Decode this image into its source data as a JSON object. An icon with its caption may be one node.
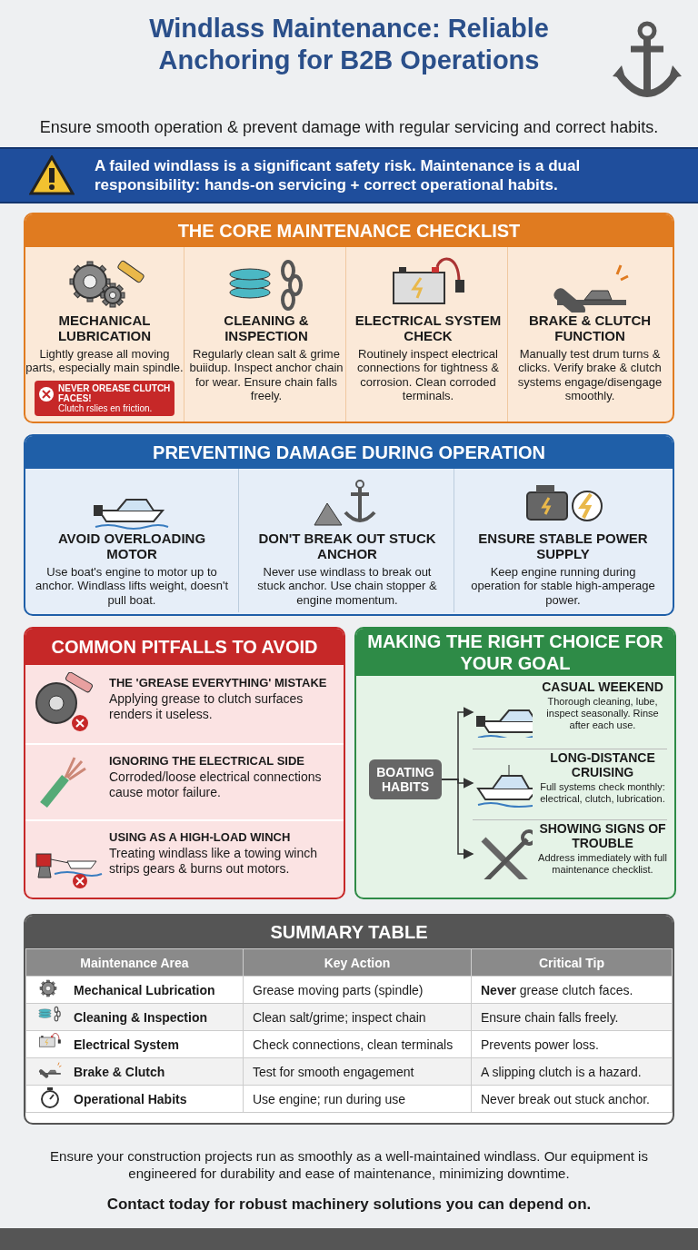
{
  "diagram": {
    "title": "Windlass Maintenance: Reliable Anchoring for B2B Operations",
    "nodes": [
      {
        "text": [
          "A failed windlass is a significant safety risk. Maintenance is a dual responsibility: hands-on servicing + correct operational habits."
        ]
      },
      {
        "text": [
          "THE CORE MAINTENANCE CHECKLIST"
        ]
      },
      {
        "text": [
          "MECHANICAL LUBRICATION",
          "Lightly grease all moving parts, especially main spindle."
        ],
        "in": 1
      },
      {
        "text": [
          "NEVER OREASE CLUTCH FACES!",
          "Clutch rslies en friction."
        ],
        "in": 2
      },
      {
        "text": [
          "CLEANING & INSPECTION",
          "Regularly clean salt & grime buiidup. Inspect anchor chain for wear. Ensure chain falls freely."
        ],
        "in": 1
      },
      {
        "text": [
          "ELECTRICAL SYSTEM CHECK",
          "Routinely inspect electrical connections for tightness & corrosion. Clean corroded terminals."
        ],
        "in": 1
      },
      {
        "text": [
          "BRAKE & CLUTCH FUNCTION",
          "Manually test drum turns & clicks. Verify brake & clutch systems engage/disengage smoothly."
        ],
        "in": 1
      },
      {
        "text": [
          "PREVENTING DAMAGE DURING OPERATION"
        ]
      },
      {
        "text": [
          "AVOID OVERLOADING MOTOR",
          "Use boat's engine to motor up to anchor. Windlass lifts weight, doesn't pull boat."
        ],
        "in": 7
      },
      {
        "text": [
          "DON'T BREAK OUT STUCK ANCHOR",
          "Never use windlass to break out stuck anchor. Use chain stopper & engine momentum."
        ],
        "in": 7
      },
      {
        "text": [
          "ENSURE STABLE POWER SUPPLY",
          "Keep engine running during operation for stable high-amperage power."
        ],
        "in": 7
      },
      {
        "text": [
          "COMMON PITFALLS TO AVOID"
        ]
      },
      {
        "text": [
          "THE 'GREASE EVERYTHING' MISTAKE",
          "Applying grease to clutch surfaces renders it useless."
        ],
        "in": 11
      },
      {
        "text": [
          "IGNORING THE ELECTRICAL SIDE",
          "Corroded/loose electrical connections cause motor failure."
        ],
        "in": 11
      },
      {
        "text": [
          "USING AS A HIGH-LOAD WINCH",
          "Treating windlass like a towing winch strips gears & burns out motors."
        ],
        "in": 11
      },
      {
        "text": [
          "MAKING THE RIGHT CHOICE FOR YOUR GOAL"
        ]
      },
      {
        "text": [
          "BOATING HABITS"
        ],
        "in": 15
      },
      {
        "text": [
          "CASUAL WEEKEND",
          "Thorough cleaning, lube, inspect seasonally. Rinse after each use."
        ],
        "in": 15
      },
      {
        "text": [
          "LONG-DISTANCE CRUISING",
          "Full systems check monthly: electrical, clutch, lubrication."
        ],
        "in": 15
      },
      {
        "text": [
          "SHOWING SIGNS OF TROUBLE",
          "Address immediately with full maintenance checklist."
        ],
        "in": 15
      },
      {
        "text": [
          "SUMMARY TABLE"
        ]
      }
    ],
    "edges": [
      {
        "from": 16,
        "to": 17,
        "arrow": "to"
      },
      {
        "from": 16,
        "to": 18,
        "arrow": "to"
      },
      {
        "from": 16,
        "to": 19,
        "arrow": "to"
      }
    ],
    "labels": [
      "Ensure smooth operation & prevent damage with regular servicing and correct habits.",
      "Maintenance Area",
      "Key Action",
      "Critical Tip",
      "Mechanical Lubrication",
      "Grease moving parts (spindle)",
      "**Never** grease clutch faces.",
      "Cleaning & Inspection",
      "Clean salt/grime; inspect chain",
      "Ensure chain falls freely.",
      "Electrical System",
      "Check connections, clean terminals",
      "Prevents power loss.",
      "Brake & Clutch",
      "Test for smooth engagement",
      "A slipping clutch is a hazard.",
      "Operational Habits",
      "Use engine; run during use",
      "Never break out stuck anchor.",
      "Ensure your construction projects run as smoothly as a well-maintained windlass. Our equipment is engineered for durability and ease of maintenance, minimizing downtime.",
      "Contact today for robust machinery solutions you can depend on."
    ]
  }
}
